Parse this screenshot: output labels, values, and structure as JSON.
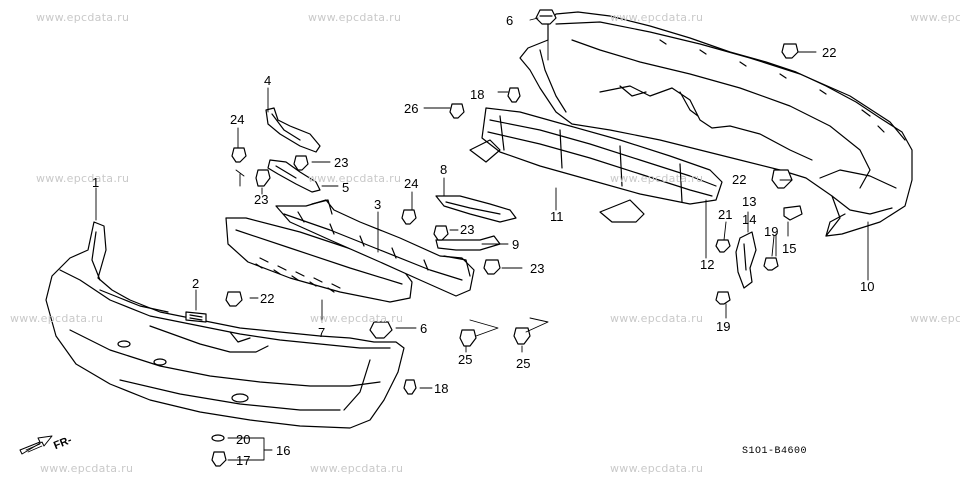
{
  "watermarks": [
    "www.epcdata.ru",
    "www.epcdata.ru",
    "www.epcdata.ru",
    "www.epcdata.ru",
    "www.epcdata.ru",
    "www.epcdata.ru",
    "www.epcdata.ru",
    "www.epcdata.ru",
    "www.epcdata.ru",
    "www.epcdata.ru",
    "www.epcdata.ru",
    "www.epcdata.ru",
    "www.epc",
    "www.epc"
  ],
  "callouts": {
    "n1": "1",
    "n2": "2",
    "n3": "3",
    "n4": "4",
    "n5": "5",
    "n6a": "6",
    "n6b": "6",
    "n7": "7",
    "n8": "8",
    "n9": "9",
    "n10": "10",
    "n11": "11",
    "n12": "12",
    "n13": "13",
    "n14": "14",
    "n15": "15",
    "n16": "16",
    "n17": "17",
    "n18a": "18",
    "n18b": "18",
    "n19a": "19",
    "n19b": "19",
    "n20": "20",
    "n21": "21",
    "n22a": "22",
    "n22b": "22",
    "n22c": "22",
    "n23a": "23",
    "n23b": "23",
    "n23c": "23",
    "n23d": "23",
    "n24a": "24",
    "n24b": "24",
    "n25a": "25",
    "n25b": "25",
    "n26": "26"
  },
  "direction_label": "FR-",
  "diagram_code": "S1O1-B4600"
}
